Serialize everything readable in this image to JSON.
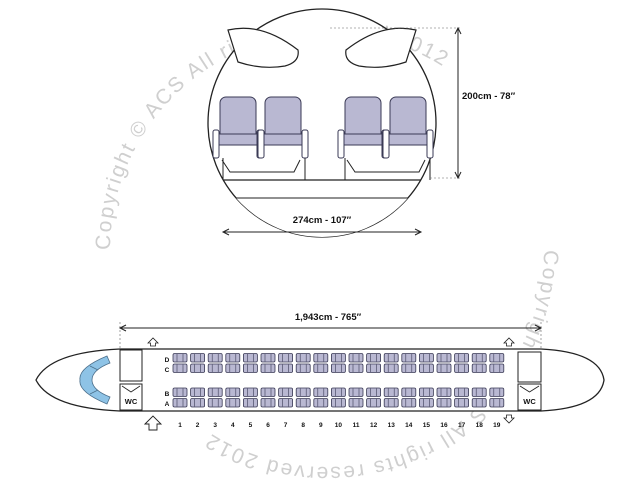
{
  "cross_section": {
    "height_label": "200cm - 78″",
    "width_label": "274cm - 107″"
  },
  "cabin": {
    "length_label": "1,943cm - 765″",
    "row_numbers": [
      "1",
      "2",
      "3",
      "4",
      "5",
      "6",
      "7",
      "8",
      "9",
      "10",
      "11",
      "12",
      "13",
      "14",
      "15",
      "16",
      "17",
      "18",
      "19"
    ],
    "seat_letters_upper": [
      "D",
      "C"
    ],
    "seat_letters_lower": [
      "B",
      "A"
    ],
    "wc_label": "WC"
  },
  "watermark": {
    "text": "Copyright © ACS All rights reserved 2012"
  },
  "colors": {
    "seat_fill": "#b9b8d2",
    "seat_stroke": "#3a3a55",
    "outline": "#222222",
    "cockpit_blue": "#8ec3e6",
    "watermark": "#cfcfcf"
  }
}
